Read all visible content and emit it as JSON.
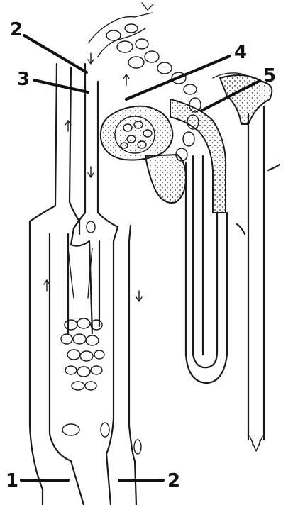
{
  "labels": {
    "l1": "1",
    "l2_top": "2",
    "l3": "3",
    "l4": "4",
    "l5": "5",
    "l2_bottom": "2"
  },
  "colors": {
    "ink": "#1a1a1a",
    "paper": "#ffffff"
  }
}
